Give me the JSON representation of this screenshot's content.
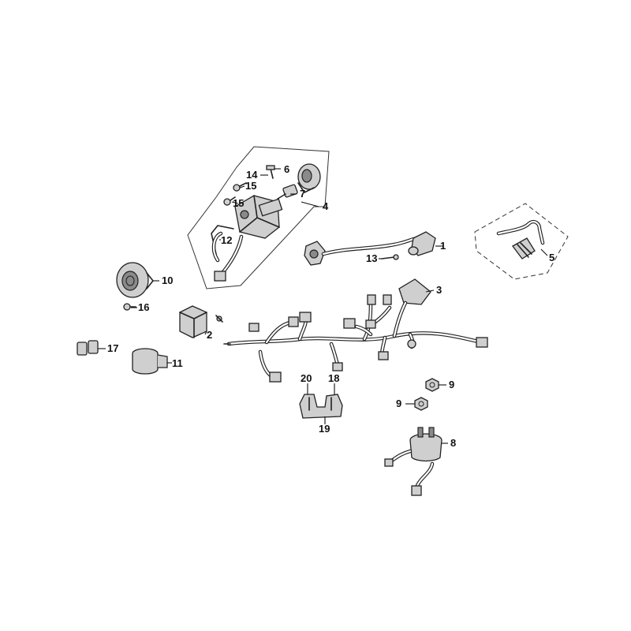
{
  "callouts": {
    "c1": "1",
    "c2": "2",
    "c3": "3",
    "c4": "4",
    "c5": "5",
    "c6": "6",
    "c7": "7",
    "c8": "8",
    "c9a": "9",
    "c9b": "9",
    "c10": "10",
    "c11": "11",
    "c12": "12",
    "c13": "13",
    "c14": "14",
    "c15a": "15",
    "c15b": "15",
    "c16": "16",
    "c17": "17",
    "c18": "18",
    "c19": "19",
    "c20": "20"
  }
}
